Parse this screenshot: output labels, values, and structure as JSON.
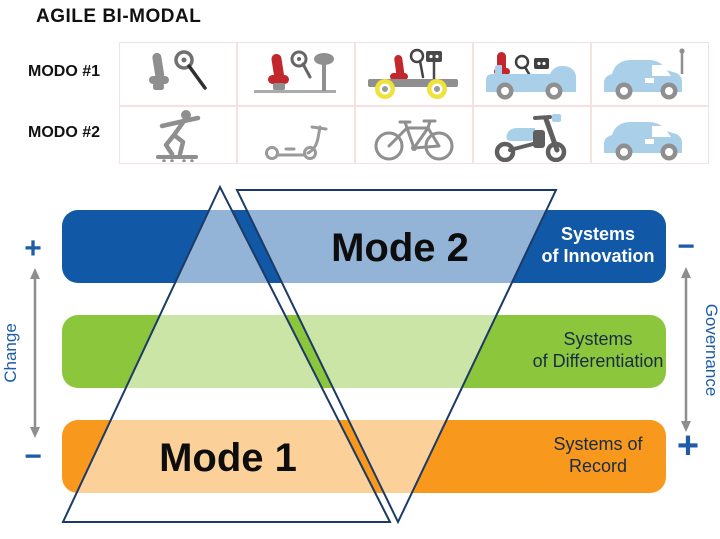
{
  "title": "AGILE BI-MODAL",
  "icon_grid": {
    "row1_label": "MODO #1",
    "row2_label": "MODO #2",
    "row1_icons": [
      "car-seat-and-steering-wheel-icon",
      "car-seat-on-test-stand-icon",
      "chassis-with-wheels-icon",
      "open-car-body-icon",
      "complete-car-with-antenna-icon"
    ],
    "row2_icons": [
      "skateboarder-icon",
      "kick-scooter-icon",
      "bicycle-icon",
      "moped-icon",
      "car-icon"
    ]
  },
  "diagram": {
    "mode2_label": "Mode 2",
    "mode1_label": "Mode 1",
    "bars": [
      {
        "name": "systems-of-innovation",
        "line1": "Systems",
        "line2": "of Innovation",
        "color": "#1159A6"
      },
      {
        "name": "systems-of-differentiation",
        "line1": "Systems",
        "line2": "of Differentiation",
        "color": "#8CC63C"
      },
      {
        "name": "systems-of-record",
        "line1": "Systems of",
        "line2": "Record",
        "color": "#F8981D"
      }
    ],
    "left_axis": {
      "top_sign": "+",
      "label": "Change",
      "bottom_sign": "−"
    },
    "right_axis": {
      "top_sign": "−",
      "label": "Governance",
      "bottom_sign": "+"
    }
  },
  "colors": {
    "bar_blue": "#1159A6",
    "bar_green": "#8CC63C",
    "bar_orange": "#F8981D",
    "washed_blue": "#9FB9DA",
    "washed_green": "#CBE5A7",
    "washed_orange": "#FBCE93",
    "triangle_outline": "#1B3A66",
    "axis_text_blue": "#1E5CA8",
    "arrow_gray": "#8E8E8E",
    "seat_red": "#C1272D",
    "vehicle_light_blue": "#A9CFE9",
    "wheel_yellow": "#EFE23B",
    "icon_gray": "#8F8F8F",
    "grid_line_pink": "#F4E2E2"
  }
}
